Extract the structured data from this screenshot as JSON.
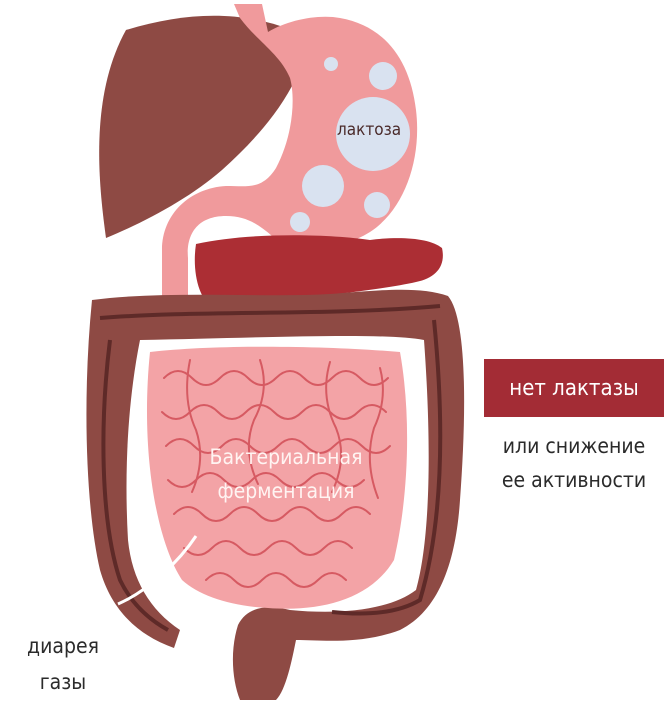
{
  "stomach": {
    "label": "лактоза"
  },
  "intestine": {
    "label_line1": "Бактериальная",
    "label_line2": "ферментация"
  },
  "symptoms": {
    "line1": "диарея",
    "line2": "газы"
  },
  "side_panel": {
    "badge": "нет лактазы",
    "line1": "или снижение",
    "line2": "ее активности"
  },
  "colors": {
    "organ": "#8e4a44",
    "organ_shadow": "#6e3431",
    "stomach": "#f09a9c",
    "pancreas": "#ac2e34",
    "small_intestine": "#f3a3a6",
    "bubbles": "#d9e2f0",
    "badge": "#a32c35"
  }
}
